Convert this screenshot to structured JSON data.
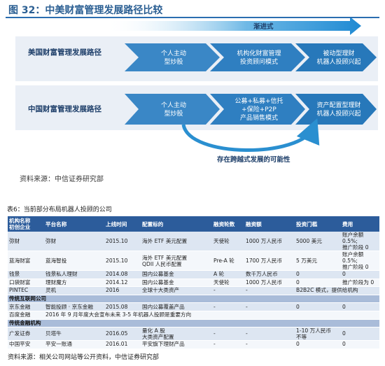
{
  "figure": {
    "title": "图 32：中美财富管理发展路径比较",
    "progressive_label": "渐进式",
    "us_label": "美国财富管理发展路径",
    "cn_label": "中国财富管理发展路径",
    "us_steps": [
      [
        "个人主动",
        "型炒股"
      ],
      [
        "机构化财富管理",
        "投资顾问模式"
      ],
      [
        "被动型理财",
        "机器人投顾兴起"
      ]
    ],
    "cn_steps": [
      [
        "个人主动",
        "型炒股"
      ],
      [
        "公募+私募+信托",
        "+保险+P2P",
        "产品销售模式"
      ],
      [
        "资产配置型理财",
        "机器人投顾兴起"
      ]
    ],
    "leap_label": "存在跨越式发展的可能性",
    "source": "资料来源：中信证券研究部",
    "colors": {
      "title": "#2b5f93",
      "chevron": "#2f7fc1",
      "arrow": "#2a8fd0",
      "band": "#e9eef5"
    }
  },
  "table": {
    "caption": "表6：当前部分布局机器人投顾的公司",
    "headers": [
      "机构名称\n初创企业",
      "平台名称",
      "上线时间",
      "配置标的",
      "融资轮数",
      "融资额",
      "投资门槛",
      "费用"
    ],
    "rows": [
      {
        "type": "data",
        "cells": [
          "弥财",
          "弥财",
          "2015.10",
          "海外 ETF 美元配置",
          "天使轮",
          "1000 万人民币",
          "5000 美元",
          "账户余额 0.5%;\n推广阶段 0"
        ]
      },
      {
        "type": "data",
        "cells": [
          "蓝海财富",
          "蓝海智投",
          "2015.10",
          "海外 ETF 美元配置\nQDII 人民币配置",
          "Pre-A 轮",
          "1700 万人民币",
          "5 万美元",
          "账户余额 0.5%;\n推广阶段 0"
        ]
      },
      {
        "type": "data",
        "cells": [
          "钱景",
          "钱景私人理财",
          "2014.08",
          "国内公募基金",
          "A 轮",
          "数千万人民币",
          "0",
          "0"
        ]
      },
      {
        "type": "data",
        "cells": [
          "口袋财富",
          "理财魔方",
          "2014.12",
          "国内公募基金",
          "天使轮",
          "1000 万人民币",
          "0",
          "推广阶段为 0"
        ]
      },
      {
        "type": "data",
        "cells": [
          "PINTEC",
          "灵机",
          "2016",
          "全球十大类资产",
          "-",
          "-",
          "B2B2C 模式，提供给机构",
          ""
        ]
      },
      {
        "type": "section",
        "cells": [
          "传统互联网公司"
        ]
      },
      {
        "type": "data",
        "cells": [
          "京东金融",
          "智能投顾 · 京东金融",
          "2015.08",
          "国内公募覆盖产品",
          "-",
          "-",
          "0",
          "0"
        ]
      },
      {
        "type": "span",
        "cells": [
          "百度金融",
          "2016 年 9 月年度大会宣布未来 3-5 年机器人投顾是重要方向"
        ]
      },
      {
        "type": "section",
        "cells": [
          "传统金融机构"
        ]
      },
      {
        "type": "data",
        "cells": [
          "广发证券",
          "贝塔牛",
          "2016.05",
          "量化 A 股\n大类资产配置",
          "-",
          "-",
          "1-10 万人民币\n不等",
          "0"
        ]
      },
      {
        "type": "data",
        "cells": [
          "中国平安",
          "平安一账通",
          "2016.01",
          "平安旗下理财产品",
          "-",
          "-",
          "0",
          "0"
        ]
      }
    ],
    "source": "资料来源：相关公司网站等公开资料，中信证券研究部"
  }
}
